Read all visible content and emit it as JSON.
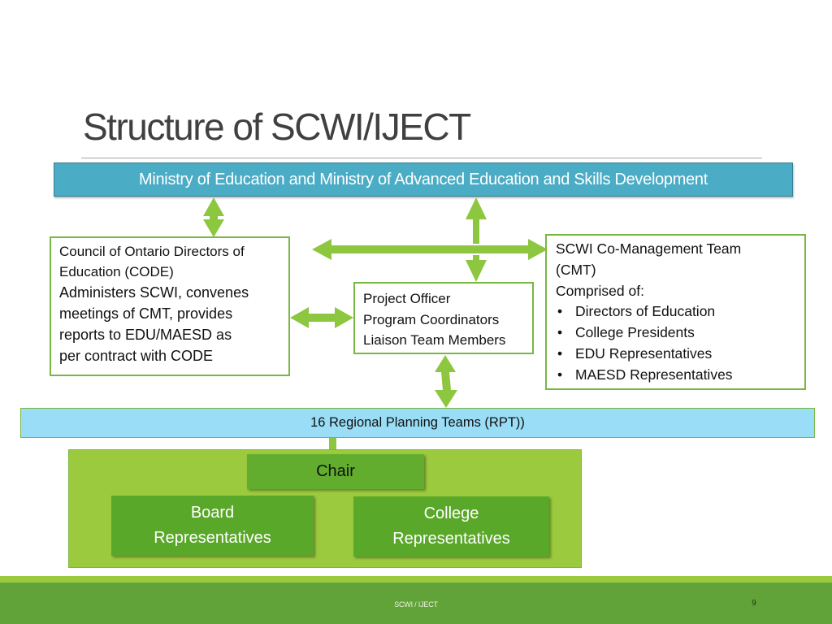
{
  "slide": {
    "title": "Structure of SCWI/IJECT",
    "ministry_bar": "Ministry of Education and Ministry of Advanced Education and Skills Development",
    "code_box": {
      "heading_lines": [
        "Council of Ontario Directors of",
        "Education (CODE)"
      ],
      "body_lines": [
        "Administers SCWI, convenes",
        "meetings of CMT, provides",
        "reports to EDU/MAESD as",
        "per contract with CODE"
      ]
    },
    "officer_box": {
      "lines": [
        "Project Officer",
        "Program Coordinators",
        "Liaison Team Members"
      ]
    },
    "cmt_box": {
      "heading_lines": [
        "SCWI Co-Management Team",
        "(CMT)",
        "Comprised of:"
      ],
      "members": [
        "Directors of Education",
        "College Presidents",
        "EDU Representatives",
        "MAESD Representatives"
      ]
    },
    "rpt_bar": "16 Regional Planning Teams (RPT))",
    "rpt_group": {
      "chair": "Chair",
      "board": [
        "Board",
        "Representatives"
      ],
      "college": [
        "College",
        "Representatives"
      ]
    },
    "footer": {
      "text": "SCWI / IJECT",
      "page_number": "9"
    }
  },
  "colors": {
    "ministry_bar": "#4bacc6",
    "arrow_green": "#8dc63f",
    "rpt_bar": "#99ddf7",
    "group_bg": "#9bca3e",
    "group_box": "#5aa829",
    "footer": "#62a339"
  }
}
